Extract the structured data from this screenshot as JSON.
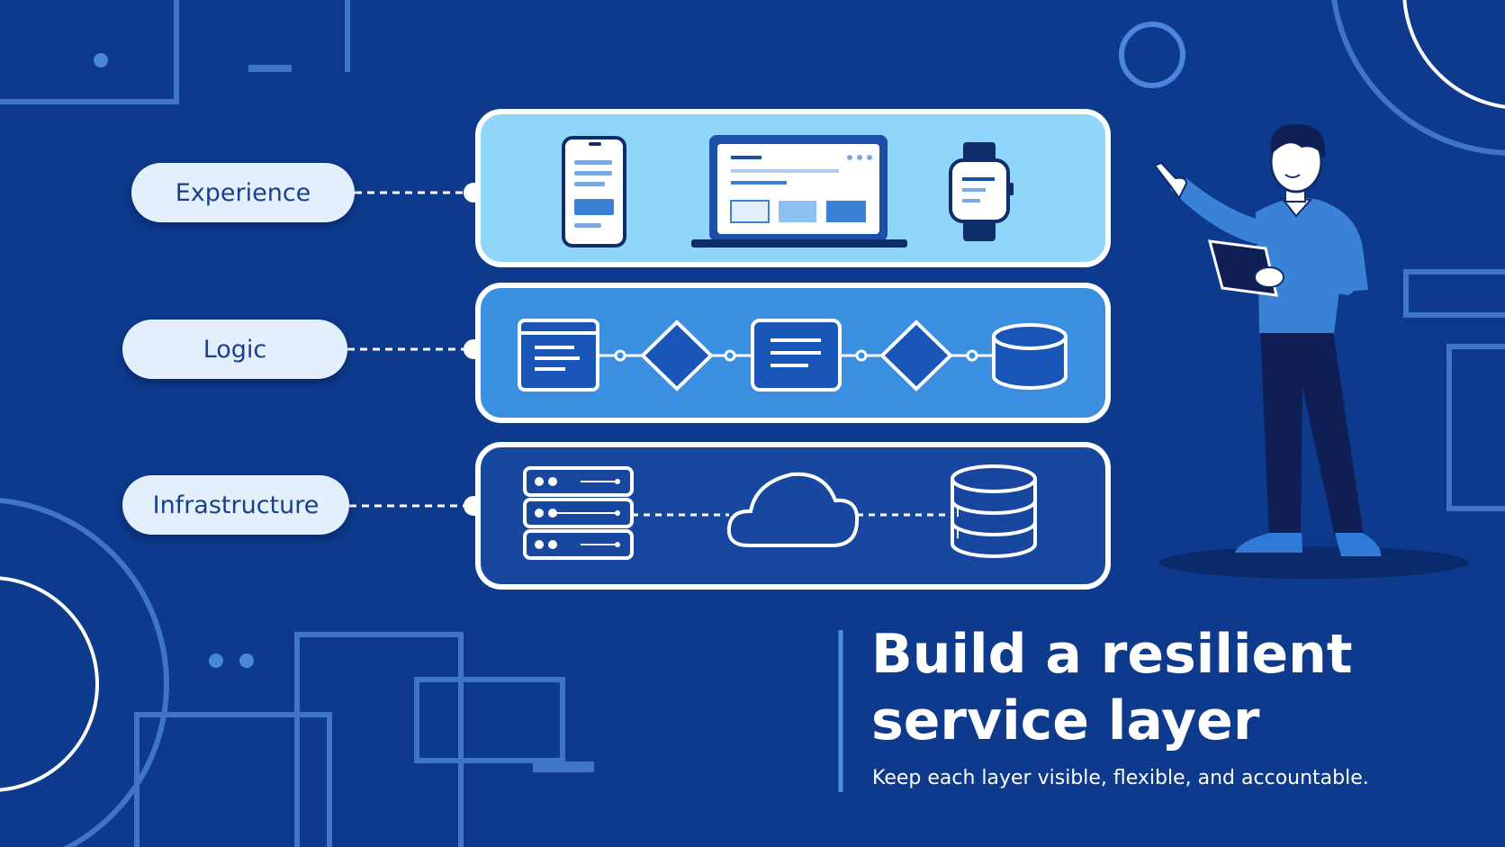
{
  "layers": [
    {
      "label": "Experience"
    },
    {
      "label": "Logic"
    },
    {
      "label": "Infrastructure"
    }
  ],
  "headline": {
    "line1": "Build a resilient",
    "line2": "service layer"
  },
  "tagline": "Keep each layer visible, flexible, and accountable.",
  "colors": {
    "background": "#0d3a8c",
    "experience_panel": "#8fd6fa",
    "logic_panel": "#3b8fe0",
    "infrastructure_panel": "#17479e",
    "outline": "#ffffff",
    "pill": "#e3f0fc",
    "accent_line": "#4a90e2"
  },
  "icons": {
    "experience": [
      "smartphone-icon",
      "laptop-icon",
      "smartwatch-icon"
    ],
    "logic": [
      "window-icon",
      "diamond-decision-icon",
      "document-icon",
      "diamond-decision-icon",
      "database-icon"
    ],
    "infrastructure": [
      "server-rack-icon",
      "cloud-icon",
      "database-stack-icon"
    ]
  }
}
